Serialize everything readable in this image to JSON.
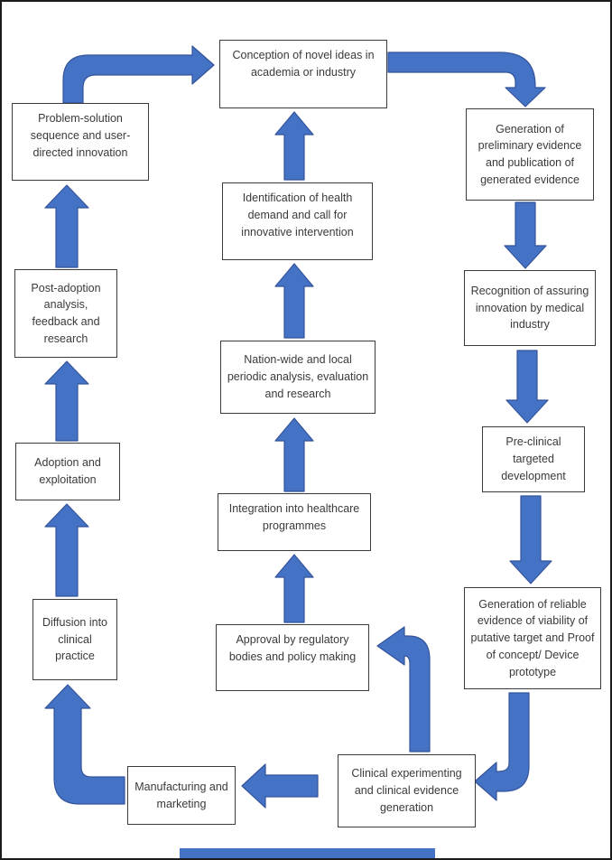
{
  "figure": {
    "background": "#ffffff",
    "frame_color": "#1c1c1c",
    "box_border_color": "#3b3b3b",
    "text_color": "#3a3a3a",
    "arrow_fill": "#4472c4",
    "arrow_stroke": "#35549b",
    "bottom_bar_color": "#4472c4",
    "nodes": {
      "conception": {
        "label": "Conception of novel ideas in academia or industry"
      },
      "generation_preliminary": {
        "label": "Generation of preliminary evidence and publication of generated evidence"
      },
      "recognition": {
        "label": "Recognition of assuring innovation by medical industry"
      },
      "preclinical": {
        "label": "Pre-clinical targeted development"
      },
      "generation_reliable": {
        "label": "Generation of reliable evidence of viability of putative target and Proof of concept/ Device prototype"
      },
      "clinical": {
        "label": "Clinical experimenting and clinical evidence generation"
      },
      "manufacturing": {
        "label": "Manufacturing and marketing"
      },
      "diffusion": {
        "label": "Diffusion into clinical practice"
      },
      "adoption": {
        "label": "Adoption and exploitation"
      },
      "postadoption": {
        "label": "Post-adoption analysis, feedback and research"
      },
      "problem": {
        "label": "Problem-solution sequence and user-directed innovation"
      },
      "identification": {
        "label": "Identification of health demand and call for innovative intervention"
      },
      "nationwide": {
        "label": "Nation-wide and local periodic analysis, evaluation and research"
      },
      "integration": {
        "label": "Integration into healthcare programmes"
      },
      "approval": {
        "label": "Approval by regulatory bodies and policy making"
      }
    },
    "edges": [
      {
        "from": "problem",
        "to": "conception"
      },
      {
        "from": "conception",
        "to": "generation_preliminary"
      },
      {
        "from": "generation_preliminary",
        "to": "recognition"
      },
      {
        "from": "recognition",
        "to": "preclinical"
      },
      {
        "from": "preclinical",
        "to": "generation_reliable"
      },
      {
        "from": "generation_reliable",
        "to": "clinical"
      },
      {
        "from": "clinical",
        "to": "manufacturing"
      },
      {
        "from": "clinical",
        "to": "approval"
      },
      {
        "from": "manufacturing",
        "to": "diffusion"
      },
      {
        "from": "diffusion",
        "to": "adoption"
      },
      {
        "from": "adoption",
        "to": "postadoption"
      },
      {
        "from": "postadoption",
        "to": "problem"
      },
      {
        "from": "approval",
        "to": "integration"
      },
      {
        "from": "integration",
        "to": "nationwide"
      },
      {
        "from": "nationwide",
        "to": "identification"
      },
      {
        "from": "identification",
        "to": "conception"
      }
    ]
  }
}
